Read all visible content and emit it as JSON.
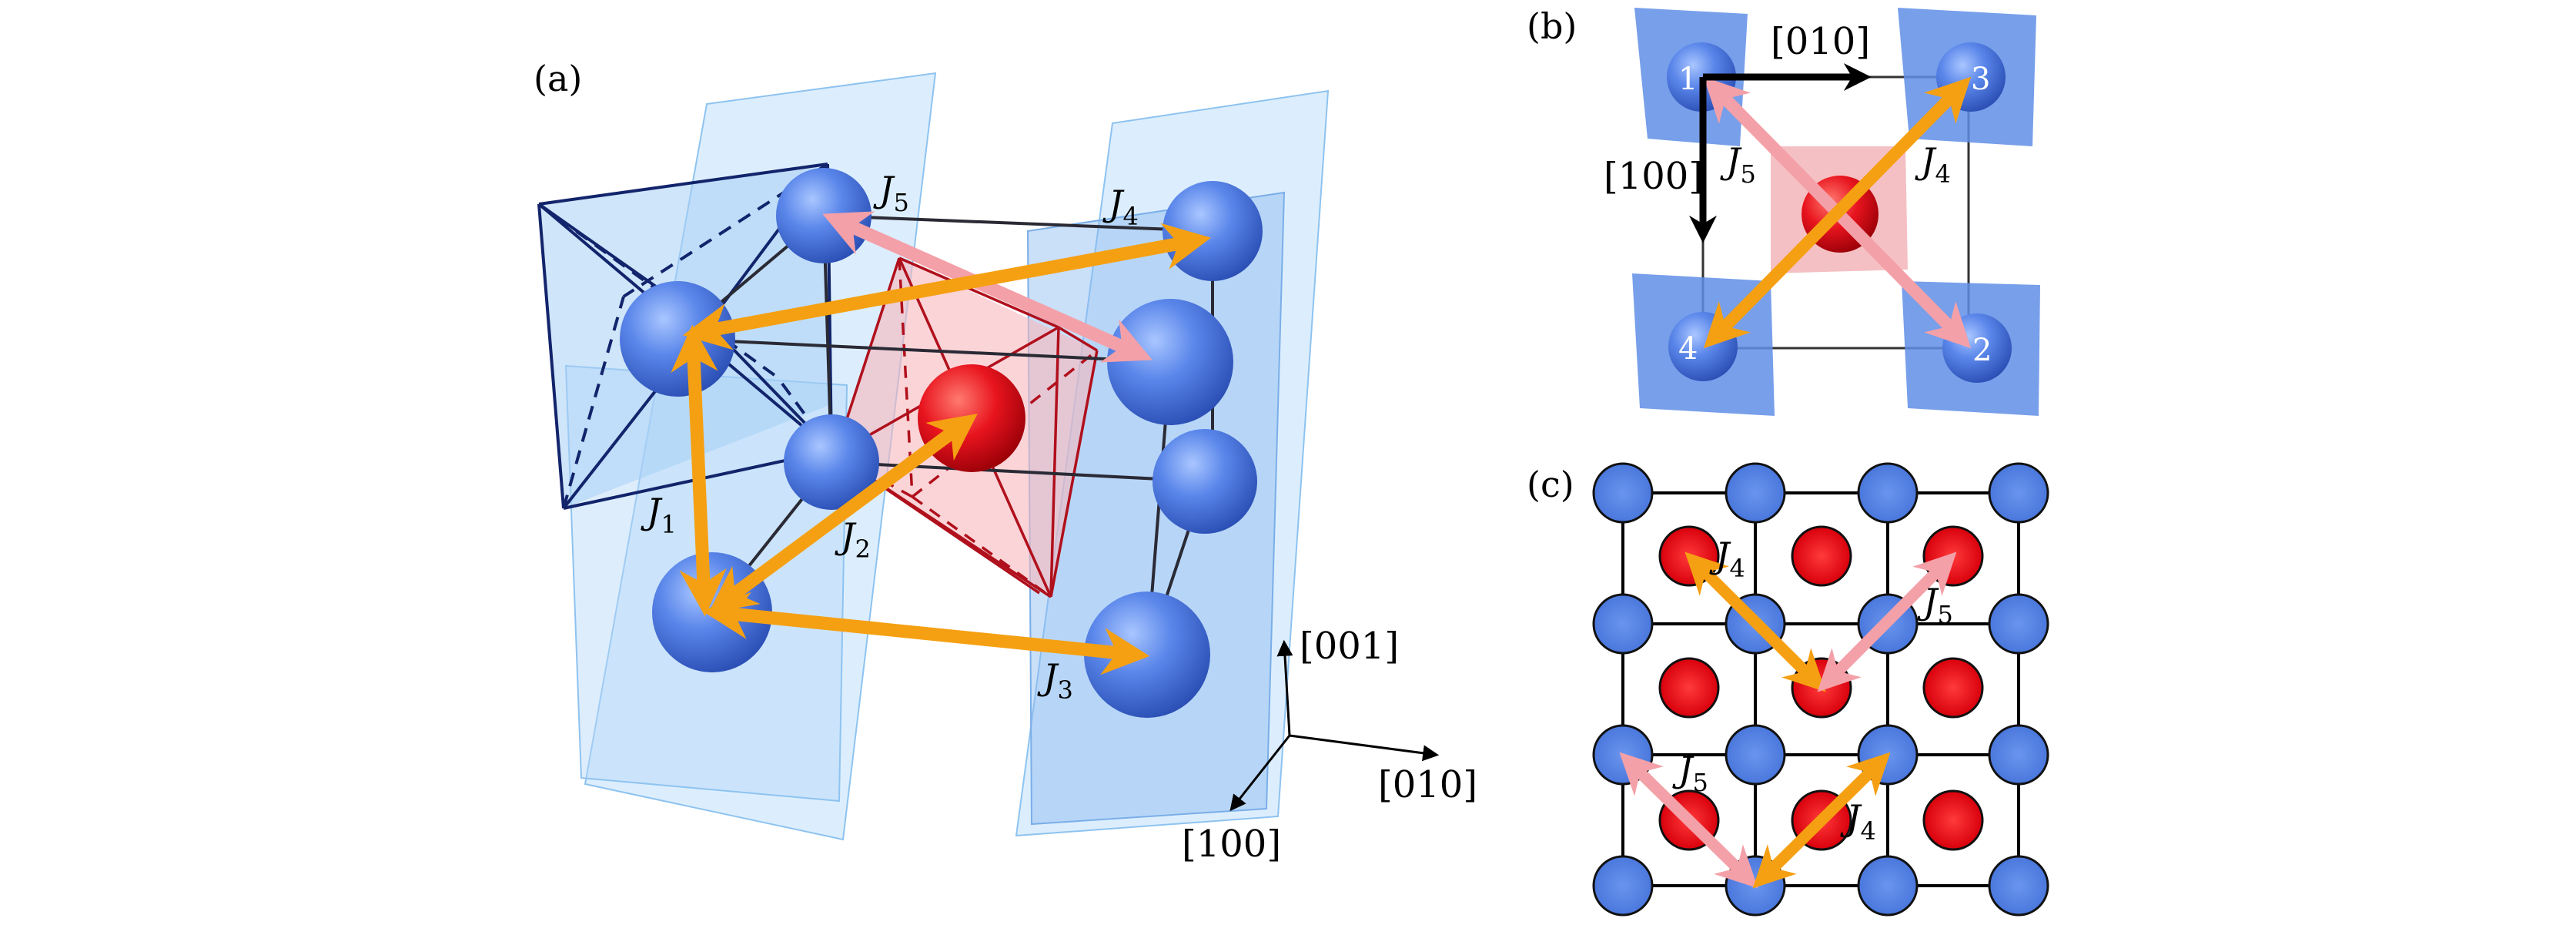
{
  "panels": {
    "a": {
      "label": "(a)",
      "coupling_labels": [
        {
          "base": "J",
          "sub": "5"
        },
        {
          "base": "J",
          "sub": "4"
        },
        {
          "base": "J",
          "sub": "1"
        },
        {
          "base": "J",
          "sub": "2"
        },
        {
          "base": "J",
          "sub": "3"
        }
      ],
      "axes": {
        "z": "[001]",
        "y": "[010]",
        "x": "[100]"
      }
    },
    "b": {
      "label": "(b)",
      "directions": {
        "h": "[010]",
        "v": "[100]"
      },
      "site_numbers": [
        "1",
        "3",
        "4",
        "2"
      ],
      "coupling_labels": [
        {
          "base": "J",
          "sub": "5"
        },
        {
          "base": "J",
          "sub": "4"
        }
      ]
    },
    "c": {
      "label": "(c)",
      "coupling_labels": [
        {
          "base": "J",
          "sub": "4"
        },
        {
          "base": "J",
          "sub": "5"
        },
        {
          "base": "J",
          "sub": "5"
        },
        {
          "base": "J",
          "sub": "4"
        }
      ]
    }
  },
  "colors": {
    "blue_atom": "#4f7fe0",
    "red_atom": "#e3101a",
    "orange_arrow": "#f5a012",
    "pink_arrow": "#f4a0a8",
    "dark_blue_edge": "#12246b",
    "dark_red_edge": "#b0101c"
  }
}
